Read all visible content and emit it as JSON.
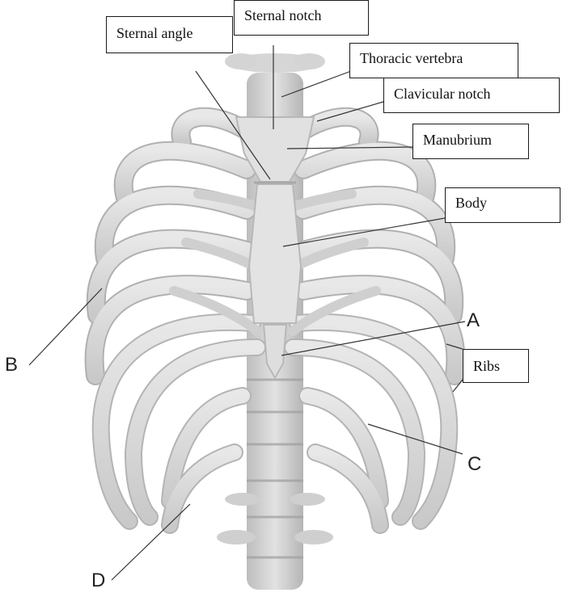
{
  "labels": {
    "sternal_notch": "Sternal notch",
    "sternal_angle": "Sternal angle",
    "thoracic_vertebra": "Thoracic vertebra",
    "clavicular_notch": "Clavicular notch",
    "manubrium": "Manubrium",
    "body": "Body",
    "ribs": "Ribs"
  },
  "letters": {
    "a": "A",
    "b": "B",
    "c": "C",
    "d": "D"
  },
  "colors": {
    "bone": "#dcdcdc",
    "bone_shadow": "#b4b4b4",
    "spine": "#c8c8c8",
    "leader_line": "#333333"
  }
}
